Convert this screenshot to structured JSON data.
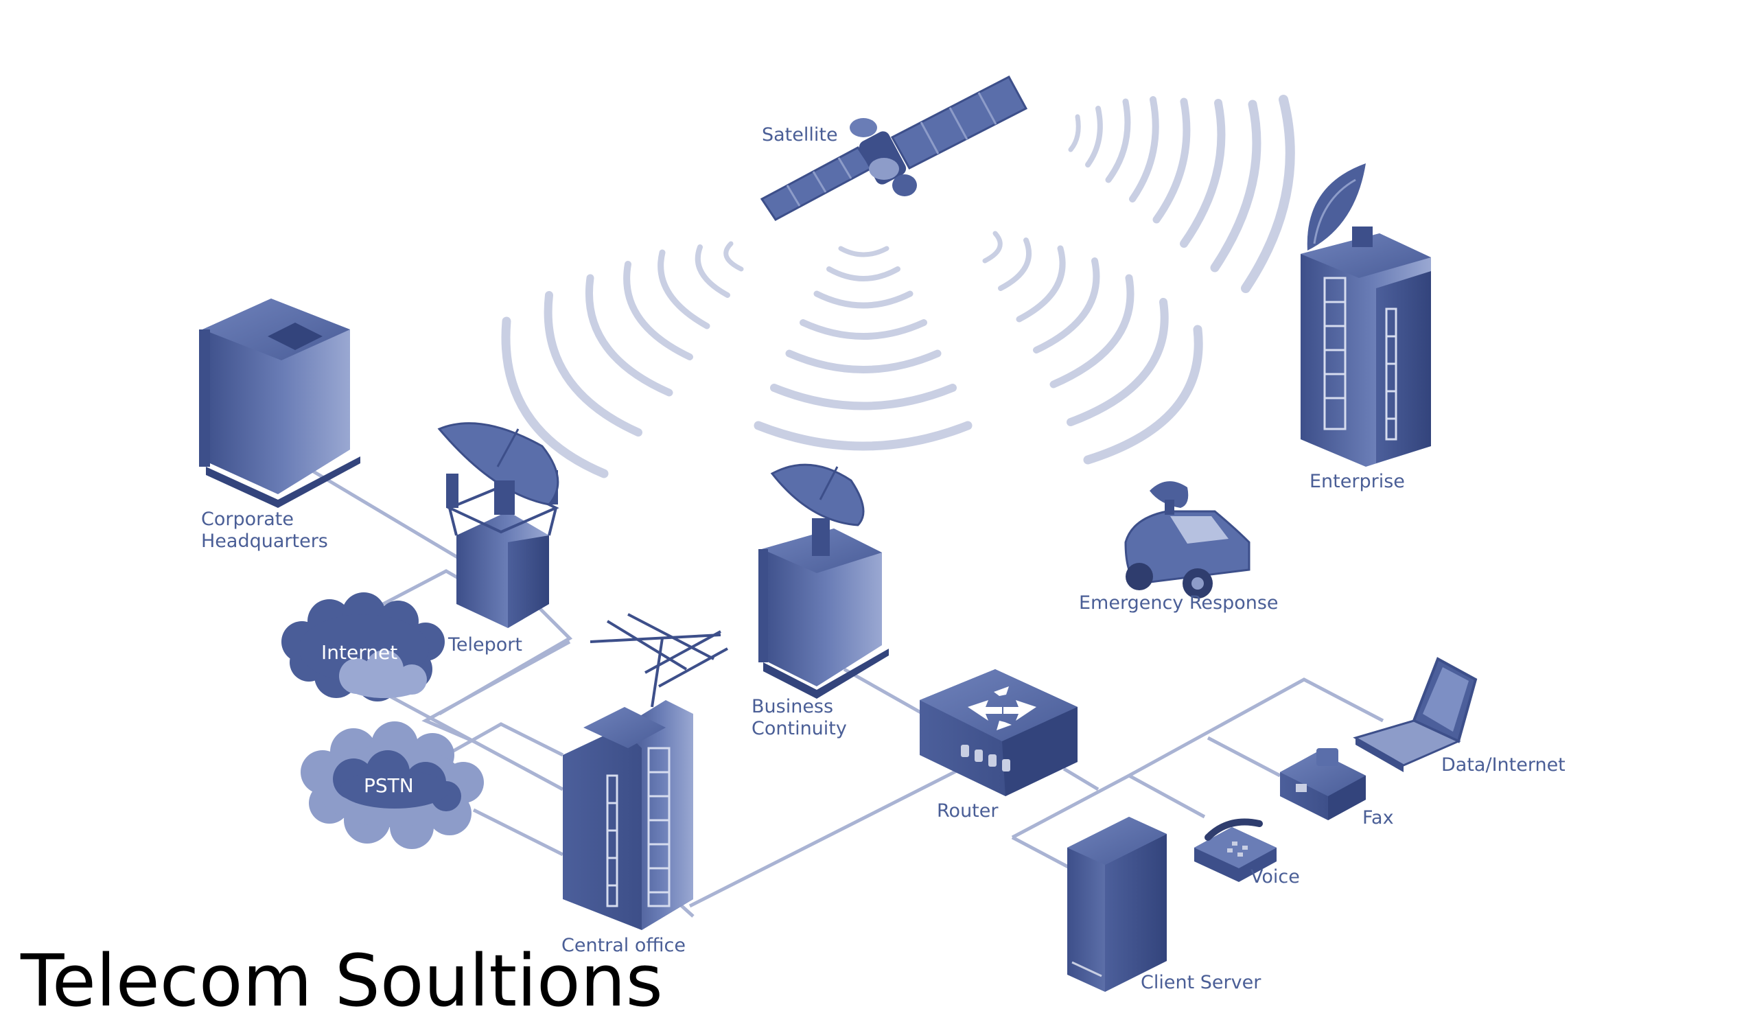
{
  "title": "Telecom Soultions",
  "colors": {
    "node_dark": "#3d4f8a",
    "node_mid": "#5a6eaa",
    "node_light": "#8d9cc9",
    "link": "#a9b3d3",
    "wave": "#c9cfe3",
    "label": "#4a5e96"
  },
  "nodes": {
    "satellite": "Satellite",
    "enterprise": "Enterprise",
    "corporate_hq_line1": "Corporate",
    "corporate_hq_line2": "Headquarters",
    "teleport": "Teleport",
    "internet": "Internet",
    "pstn": "PSTN",
    "business_continuity_line1": "Business",
    "business_continuity_line2": "Continuity",
    "emergency_response": "Emergency Response",
    "router": "Router",
    "central_office": "Central office",
    "data_internet": "Data/Internet",
    "fax": "Fax",
    "voice": "Voice",
    "client_server": "Client Server"
  }
}
